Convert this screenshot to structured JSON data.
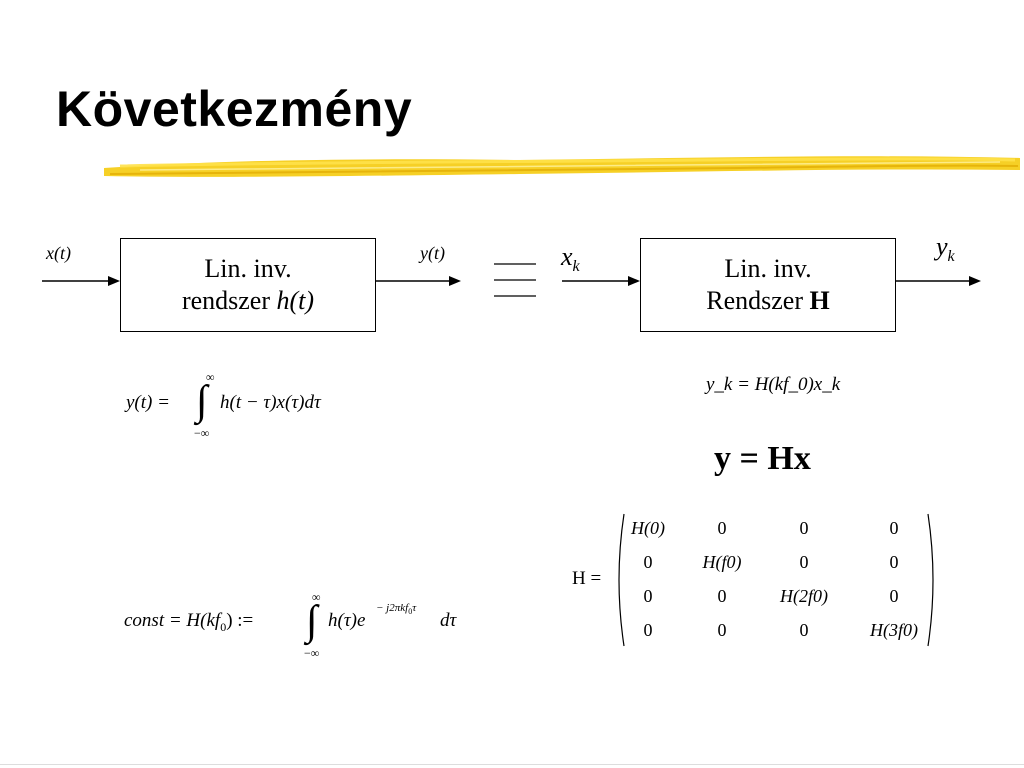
{
  "title": "Következmény",
  "left_system": {
    "input_label": "x(t)",
    "output_label": "y(t)",
    "block_line1": "Lin. inv.",
    "block_line2_text": "rendszer ",
    "block_line2_italic": "h(t)"
  },
  "right_system": {
    "input_base": "x",
    "input_sub": "k",
    "output_base": "y",
    "output_sub": "k",
    "block_line1": "Lin. inv.",
    "block_line2_text": "Rendszer ",
    "block_line2_bold": "H"
  },
  "equations": {
    "convolution": {
      "lhs": "y(t) =",
      "upper": "∞",
      "lower": "−∞",
      "integrand": "h(t − τ)x(τ)dτ"
    },
    "sample_relation": "y_k = H(kf_0)x_k",
    "matrix_eq": "y = Hx",
    "constant": {
      "lhs": "const = H(kf",
      "lhs_sub": "0",
      "lhs_end": ") :=",
      "upper": "∞",
      "lower": "−∞",
      "integrand_pre": "h(τ)e",
      "exponent": "− j2πkf",
      "exponent_sub": "0",
      "exponent_end": "τ",
      "integrand_post": "dτ"
    }
  },
  "matrix": {
    "label": "H =",
    "rows": [
      [
        "H(0)",
        "0",
        "0",
        "0"
      ],
      [
        "0",
        "H(f0)",
        "0",
        "0"
      ],
      [
        "0",
        "0",
        "H(2f0)",
        "0"
      ],
      [
        "0",
        "0",
        "0",
        "H(3f0)"
      ]
    ]
  }
}
